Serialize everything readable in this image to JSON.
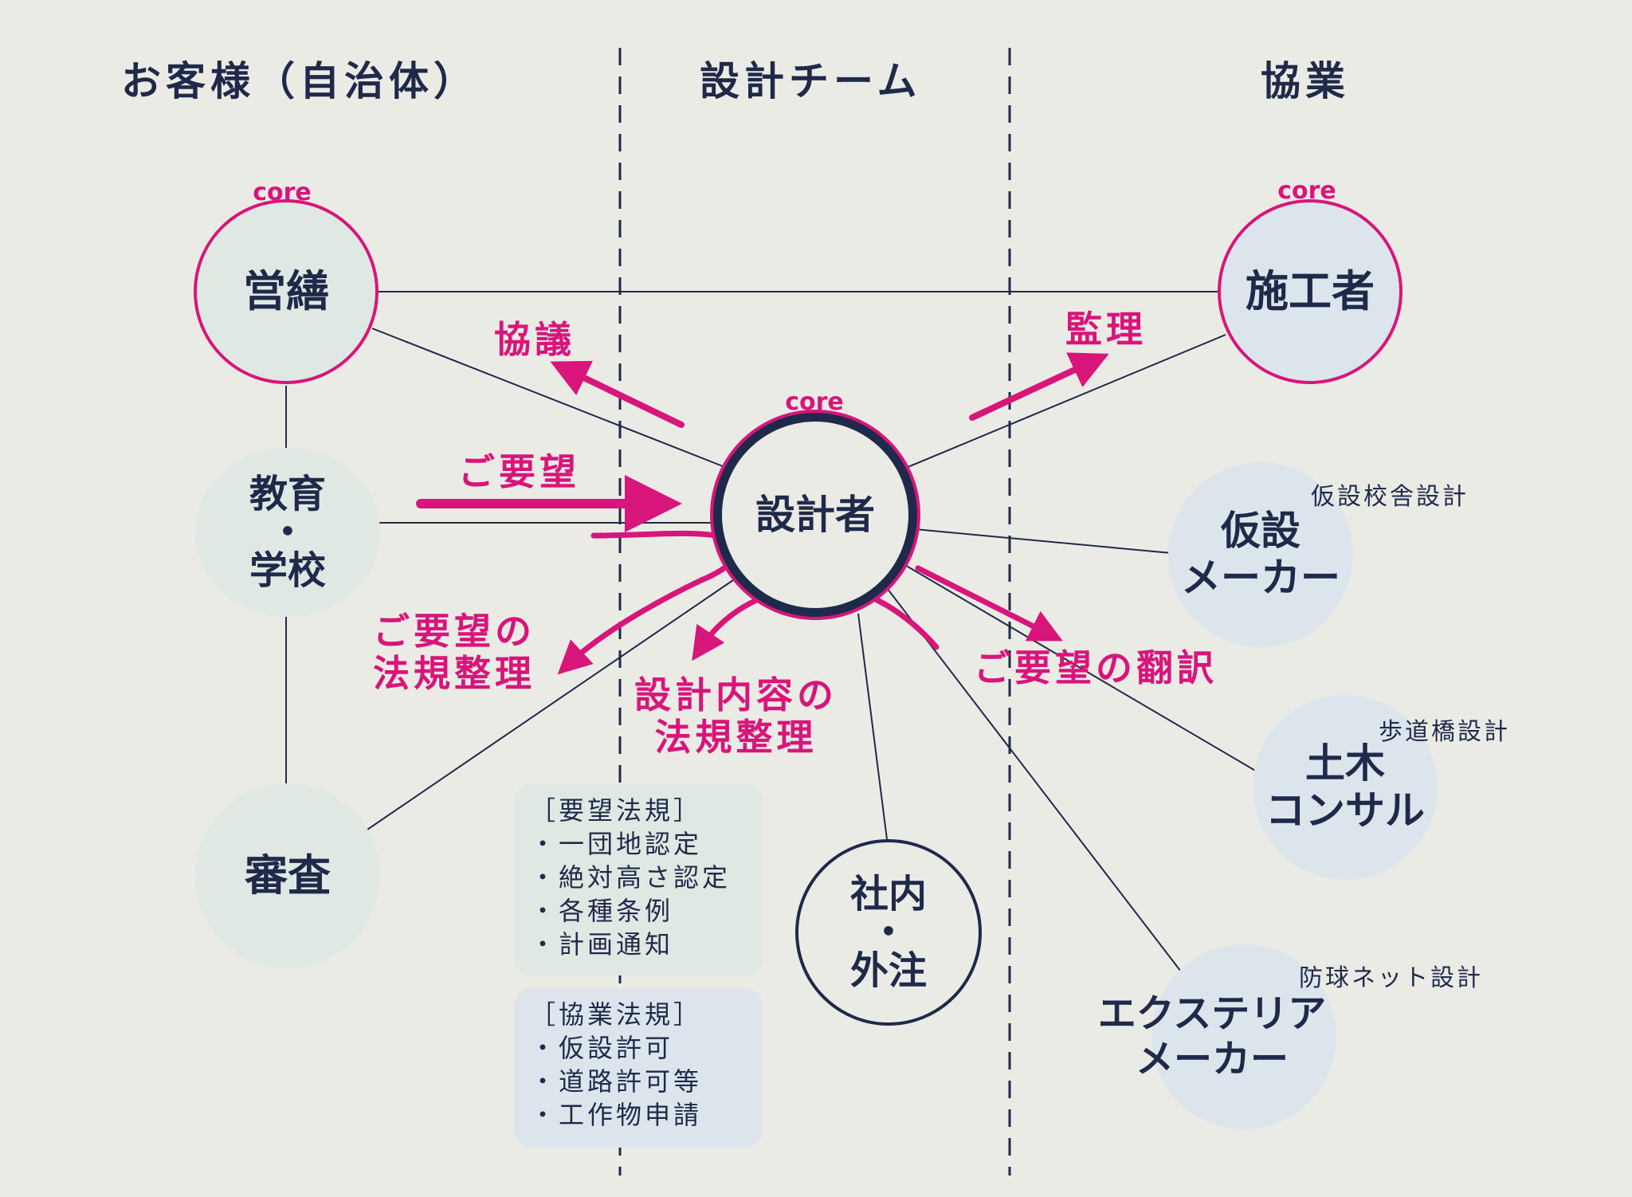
{
  "headers": {
    "customer": "お客様（自治体）",
    "design_team": "設計チーム",
    "partners": "協業"
  },
  "core_label": "core",
  "nodes": {
    "eizen": "営繕",
    "kyoiku": "教育\n・\n学校",
    "shinsa": "審査",
    "sekkeisha": "設計者",
    "shanai": "社内\n・\n外注",
    "sekousha": "施工者",
    "kasetsu": "仮設\nメーカー",
    "doboku": "土木\nコンサル",
    "exterior": "エクステリア\nメーカー"
  },
  "subs": {
    "kasetsu": "仮設校舎設計",
    "doboku": "歩道橋設計",
    "exterior": "防球ネット設計"
  },
  "actions": {
    "kyogi": "協議",
    "goyobo": "ご要望",
    "goyobo_hoki": "ご要望の\n法規整理",
    "sekkei_hoki": "設計内容の\n法規整理",
    "kanri": "監理",
    "honyaku": "ご要望の翻訳"
  },
  "box_yobo": {
    "title": "［要望法規］",
    "items": [
      "・一団地認定",
      "・絶対高さ認定",
      "・各種条例",
      "・計画通知"
    ]
  },
  "box_kyogyo": {
    "title": "［協業法規］",
    "items": [
      "・仮設許可",
      "・道路許可等",
      "・工作物申請"
    ]
  },
  "colors": {
    "navy": "#1f2a4a",
    "magenta": "#d8157a",
    "mint": "#dfe8e3",
    "blue": "#dce5ec",
    "bg": "#ebebe6"
  }
}
